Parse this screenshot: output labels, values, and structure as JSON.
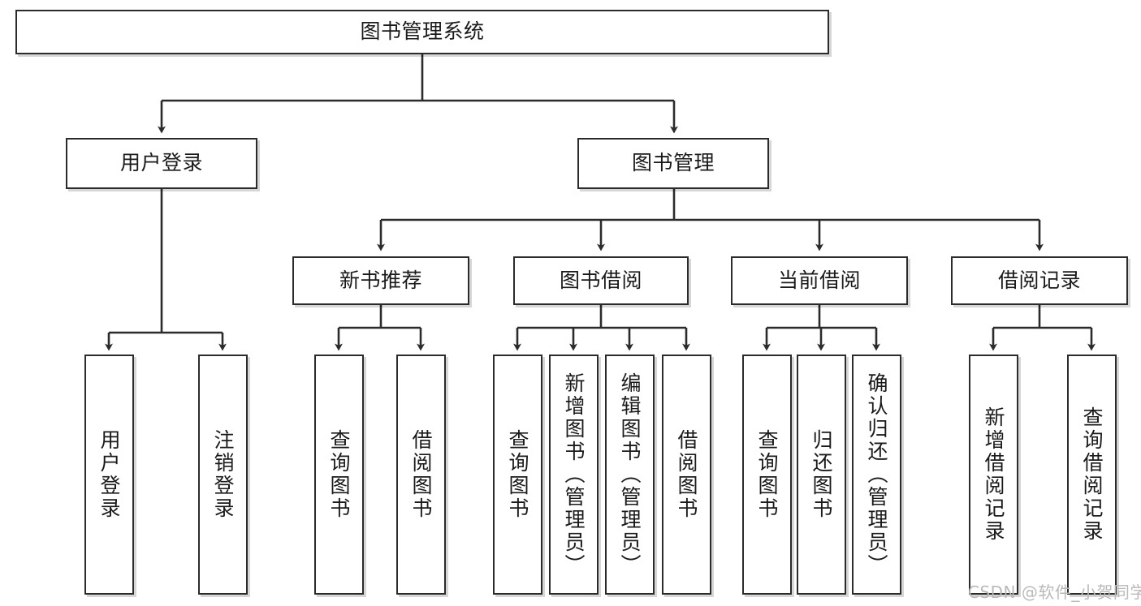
{
  "diagram": {
    "title": "图书管理系统",
    "type": "tree",
    "watermark": "CSDN @软件_小贺同学",
    "colors": {
      "box_border": "#2b2b2b",
      "box_fill": "#ffffff",
      "connector": "#2b2b2b",
      "text": "#1a1a1a",
      "watermark": "#b9b9b9",
      "background": "#ffffff"
    },
    "root": {
      "label": "图书管理系统"
    },
    "level1": [
      {
        "label": "用户登录"
      },
      {
        "label": "图书管理"
      }
    ],
    "level2": [
      {
        "label": "新书推荐"
      },
      {
        "label": "图书借阅"
      },
      {
        "label": "当前借阅"
      },
      {
        "label": "借阅记录"
      }
    ],
    "leaves": {
      "user_login": [
        {
          "label": "用户登录"
        },
        {
          "label": "注销登录"
        }
      ],
      "new_book_recommend": [
        {
          "label": "查询图书"
        },
        {
          "label": "借阅图书"
        }
      ],
      "book_borrow": [
        {
          "label": "查询图书"
        },
        {
          "label": "新增图书（管理员）"
        },
        {
          "label": "编辑图书（管理员）"
        },
        {
          "label": "借阅图书"
        }
      ],
      "current_borrow": [
        {
          "label": "查询图书"
        },
        {
          "label": "归还图书"
        },
        {
          "label": "确认归还（管理员）"
        }
      ],
      "borrow_records": [
        {
          "label": "新增借阅记录"
        },
        {
          "label": "查询借阅记录"
        }
      ]
    }
  }
}
